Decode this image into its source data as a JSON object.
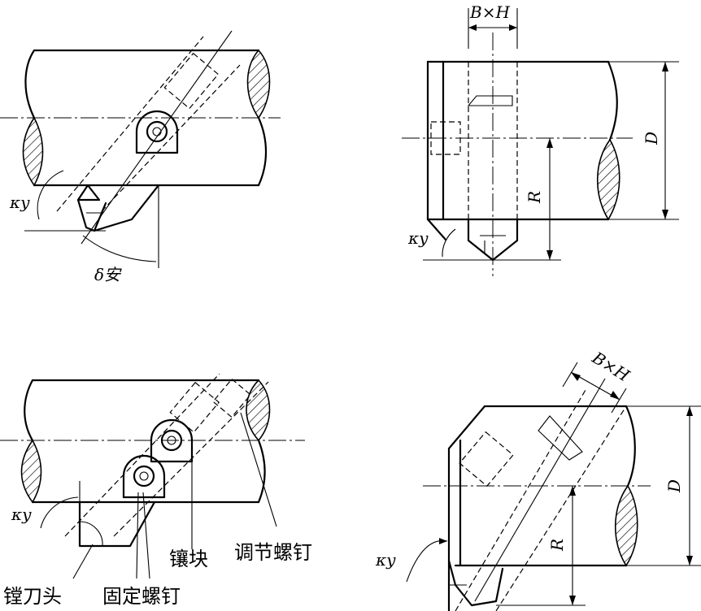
{
  "labels": {
    "kappa_y": "κy",
    "delta_an": "δ安",
    "b_x_h": "B×H",
    "d": "D",
    "r": "R",
    "boring_head": "镗刀头",
    "fixing_screw": "固定螺钉",
    "insert_block": "镶块",
    "adjusting_screw": "调节螺钉"
  }
}
